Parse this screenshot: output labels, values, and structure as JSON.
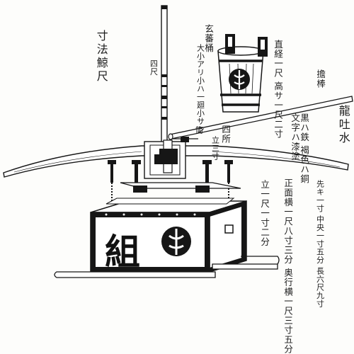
{
  "labels": {
    "title": "寸法鯨尺",
    "pole_height": "四尺",
    "bucket_name": "玄蕃桶",
    "bucket_note": "大小アリ小ハ一廻小サシ",
    "bucket_dim": "直経一尺 高サ一尺二寸",
    "carry_pole": "擔棒",
    "body_name": "龍吐水",
    "colors": "黒ハ鉄 褐色ハ銅",
    "lacquer": "文字ハ漆塗",
    "hose": "筒",
    "post_name": "四所",
    "post_height": "立三寸",
    "handle_dim": "先キ一寸 中央一寸五分 長六尺九寸",
    "box_dim": "正面横一尺八寸三分 奥行横一尺三寸五分",
    "box_height": "立一尺一寸二分"
  },
  "emblems": {
    "box_kanji": "組"
  },
  "colors": {
    "ink": "#161616",
    "paper": "#fdfdfb"
  }
}
